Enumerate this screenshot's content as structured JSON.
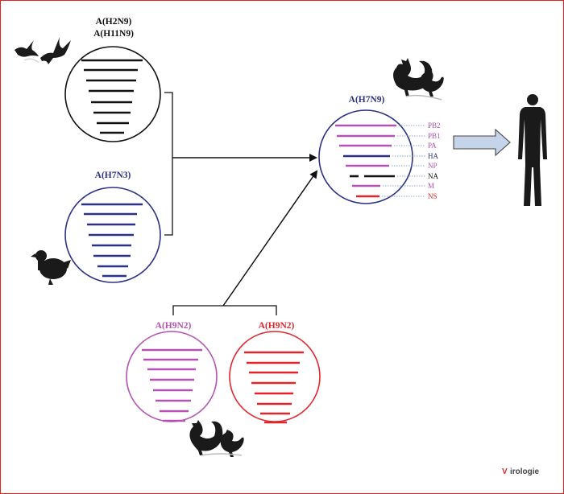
{
  "colors": {
    "black": "#111111",
    "navy": "#2b3187",
    "magenta": "#b452b4",
    "red": "#e3242b",
    "arrow_fill": "#c5d4e8",
    "silhouette": "#1a1a1a",
    "frame": "#e2231a"
  },
  "viruses": {
    "h2n9": {
      "line1": "A(H2N9)",
      "line2": "A(H11N9)"
    },
    "h7n3": {
      "label": "A(H7N3)"
    },
    "h9n2_left": {
      "label": "A(H9N2)"
    },
    "h9n2_right": {
      "label": "A(H9N2)"
    },
    "h7n9": {
      "label": "A(H7N9)",
      "segments": [
        {
          "name": "PB2",
          "color": "#b452b4"
        },
        {
          "name": "PB1",
          "color": "#b452b4"
        },
        {
          "name": "PA",
          "color": "#b452b4"
        },
        {
          "name": "HA",
          "color": "#2b3187"
        },
        {
          "name": "NP",
          "color": "#b452b4"
        },
        {
          "name": "NA",
          "color": "#111111"
        },
        {
          "name": "M",
          "color": "#b452b4"
        },
        {
          "name": "NS",
          "color": "#e3242b"
        }
      ]
    }
  },
  "logo": {
    "initial": "V",
    "rest": "irologie"
  }
}
